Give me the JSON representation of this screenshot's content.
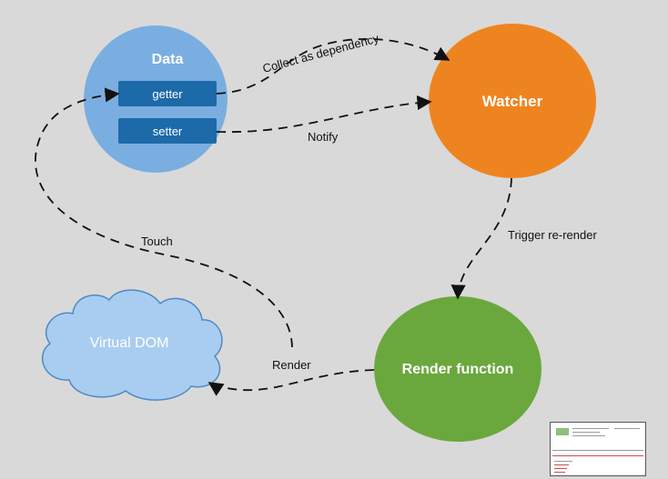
{
  "nodes": {
    "data": {
      "title": "Data",
      "color": "#7aaee0"
    },
    "getter": {
      "label": "getter",
      "color": "#1d6aa8"
    },
    "setter": {
      "label": "setter",
      "color": "#1d6aa8"
    },
    "watcher": {
      "title": "Watcher",
      "color": "#ee8420"
    },
    "render_function": {
      "title": "Render function",
      "color": "#6aa83e"
    },
    "virtual_dom": {
      "title": "Virtual DOM",
      "color": "#a9cdf0"
    }
  },
  "edges": {
    "collect": "Collect as dependency",
    "notify": "Notify",
    "trigger": "Trigger re-render",
    "render": "Render",
    "touch": "Touch"
  }
}
